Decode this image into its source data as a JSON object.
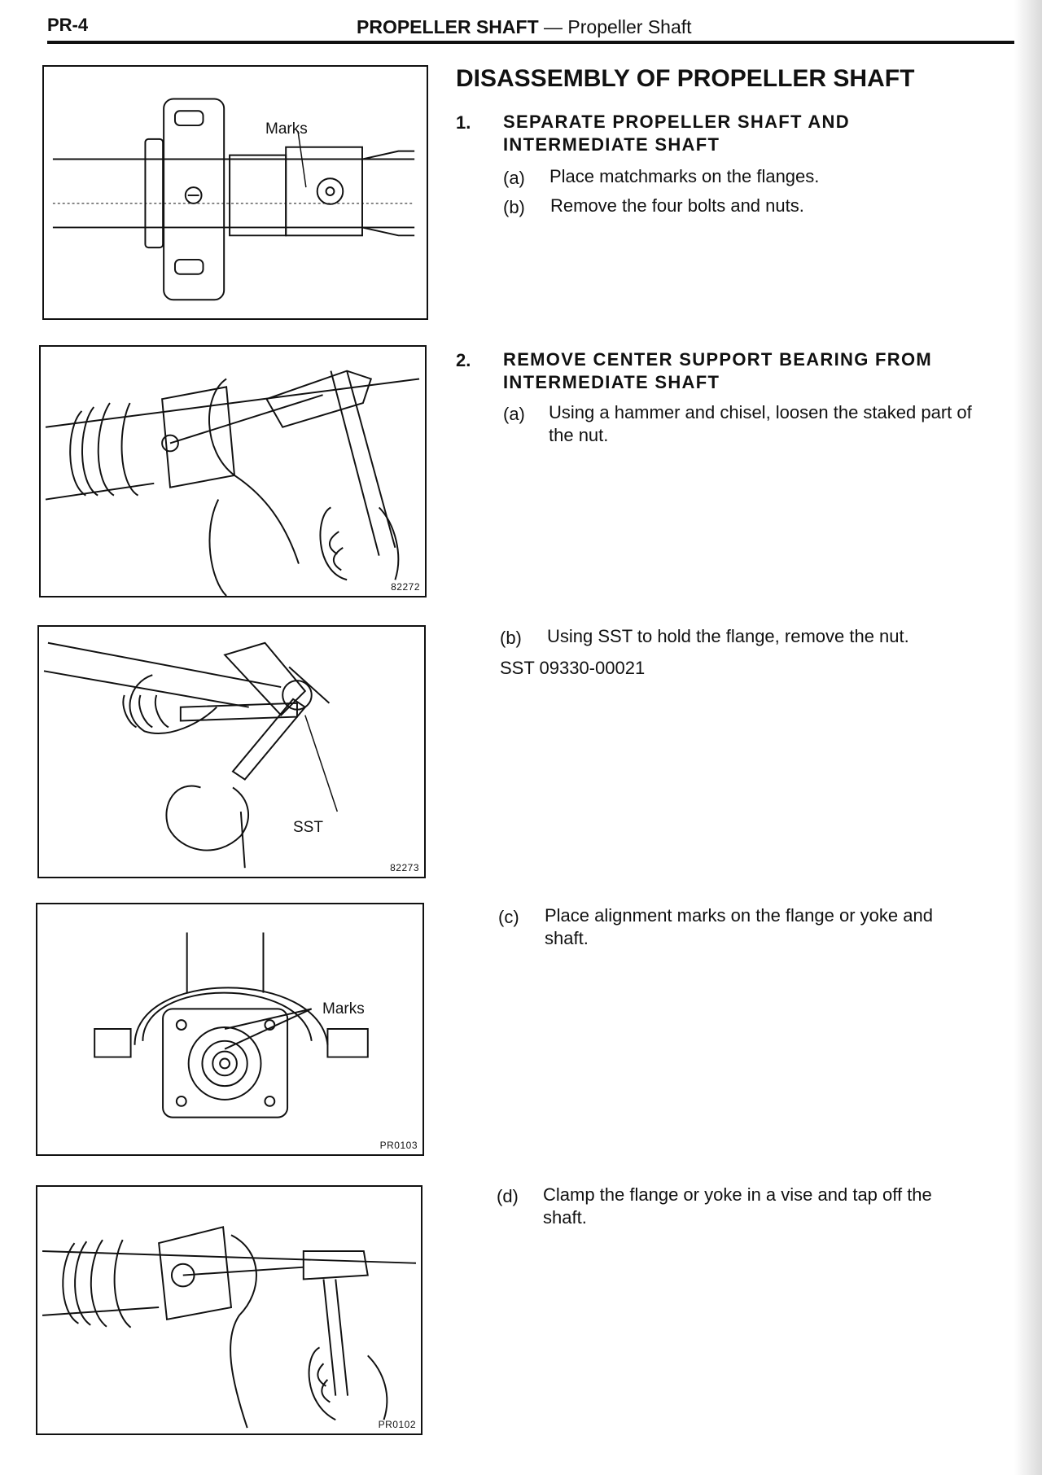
{
  "header": {
    "page_id": "PR-4",
    "title_main": "PROPELLER SHAFT",
    "title_sep": " — ",
    "title_sub": "Propeller Shaft"
  },
  "section": {
    "heading": "DISASSEMBLY OF PROPELLER SHAFT"
  },
  "steps": [
    {
      "number": "1.",
      "title_line1": "SEPARATE PROPELLER SHAFT AND",
      "title_line2": "INTERMEDIATE SHAFT",
      "subs": [
        {
          "label": "(a)",
          "text": "Place matchmarks on the flanges."
        },
        {
          "label": "(b)",
          "text": "Remove the four bolts and nuts."
        }
      ]
    },
    {
      "number": "2.",
      "title_line1": "REMOVE CENTER SUPPORT BEARING FROM",
      "title_line2": "INTERMEDIATE SHAFT",
      "subs": [
        {
          "label": "(a)",
          "line1": "Using a hammer and chisel, loosen the staked part of",
          "line2": "the nut."
        },
        {
          "label": "(b)",
          "text": "Using SST to hold the flange, remove the nut.",
          "note": "SST 09330-00021"
        },
        {
          "label": "(c)",
          "line1": "Place alignment marks on the flange or yoke and",
          "line2": "shaft."
        },
        {
          "label": "(d)",
          "line1": "Clamp the flange or yoke in a vise and tap off the",
          "line2": "shaft."
        }
      ]
    }
  ],
  "figures": [
    {
      "callout": "Marks",
      "code": ""
    },
    {
      "callout": "",
      "code": "82272"
    },
    {
      "callout": "SST",
      "code": "82273"
    },
    {
      "callout": "Marks",
      "code": "PR0103"
    },
    {
      "callout": "",
      "code": "PR0102"
    }
  ],
  "colors": {
    "ink": "#111111",
    "paper": "#ffffff"
  }
}
